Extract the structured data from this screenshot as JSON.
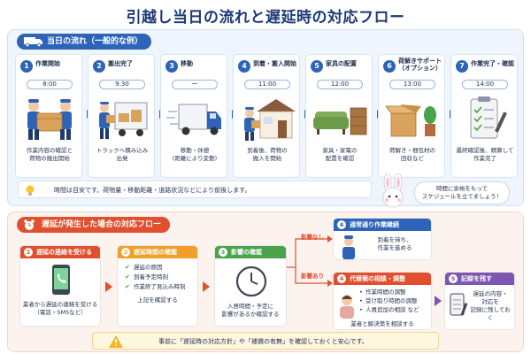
{
  "title": "引越し当日の流れと遅延時の対応フロー",
  "timeline": {
    "header": "当日の流れ（一般的な例）",
    "steps": [
      {
        "num": "1",
        "label": "作業開始",
        "time": "8:00",
        "desc": "作業内容の確認と\n荷物の搬出開始"
      },
      {
        "num": "2",
        "label": "搬出完了",
        "time": "9:30",
        "desc": "トラックへ積み込み\n出発"
      },
      {
        "num": "3",
        "label": "移動",
        "time": "ー",
        "desc": "移動・休憩\n(距離により変動)"
      },
      {
        "num": "4",
        "label": "到着・搬入開始",
        "time": "11:00",
        "desc": "到着後、荷物の\n搬入を開始"
      },
      {
        "num": "5",
        "label": "家具の配置",
        "time": "12:00",
        "desc": "家具・家電の\n配置を確認"
      },
      {
        "num": "6",
        "label": "荷解きサポート\n（オプション）",
        "time": "13:00",
        "desc": "荷解き・梱包材の\n回収など"
      },
      {
        "num": "7",
        "label": "作業完了・確認",
        "time": "14:00",
        "desc": "最終確認後、精算して\n作業完了"
      }
    ],
    "note": "時間は目安です。荷物量・移動距離・道路状況などにより前後します。",
    "bubble": "時間に余裕をもって\nスケジュールを立てましょう！"
  },
  "delay_flow": {
    "header": "遅延が発生した場合の対応フロー",
    "step1": {
      "num": "1",
      "title": "遅延の連絡を受ける",
      "desc": "業者から遅延の連絡を受ける\n（電話・SMSなど）"
    },
    "step2": {
      "num": "2",
      "title": "遅延時間の確認",
      "items": [
        "遅延の原因",
        "到着予定時刻",
        "作業終了見込み時刻"
      ],
      "footer": "上記を確認する"
    },
    "step3": {
      "num": "3",
      "title": "影響の確認",
      "desc": "入居時間・予定に\n影響があるか確認する"
    },
    "branch_none": "影響なし",
    "branch_yes": "影響あり",
    "step4a": {
      "num": "4",
      "title": "通常通り作業継続",
      "desc": "到着を待ち、\n作業を進める"
    },
    "step4b": {
      "num": "4",
      "title": "代替案の相談・調整",
      "items": [
        "作業時間の調整",
        "受け取り時間の調整",
        "人員追加の相談 など"
      ],
      "footer": "業者と解決策を相談する"
    },
    "step5": {
      "num": "5",
      "title": "記録を残す",
      "desc": "遅延の内容・\n対応を\n記録に残しておく"
    },
    "note": "事前に「遅延時の対応方針」や「補償の有無」を確認しておくと安心です。"
  },
  "icons": [
    "truck-icon",
    "lightbulb-icon",
    "alarm-clock-icon",
    "phone-icon",
    "clock-icon",
    "warning-icon",
    "bunny-mascot"
  ],
  "colors": {
    "primary_blue": "#2d64b8",
    "alert_red": "#e0502f",
    "orange": "#f0a02a",
    "green": "#4aa34b",
    "purple": "#7d55b3"
  }
}
